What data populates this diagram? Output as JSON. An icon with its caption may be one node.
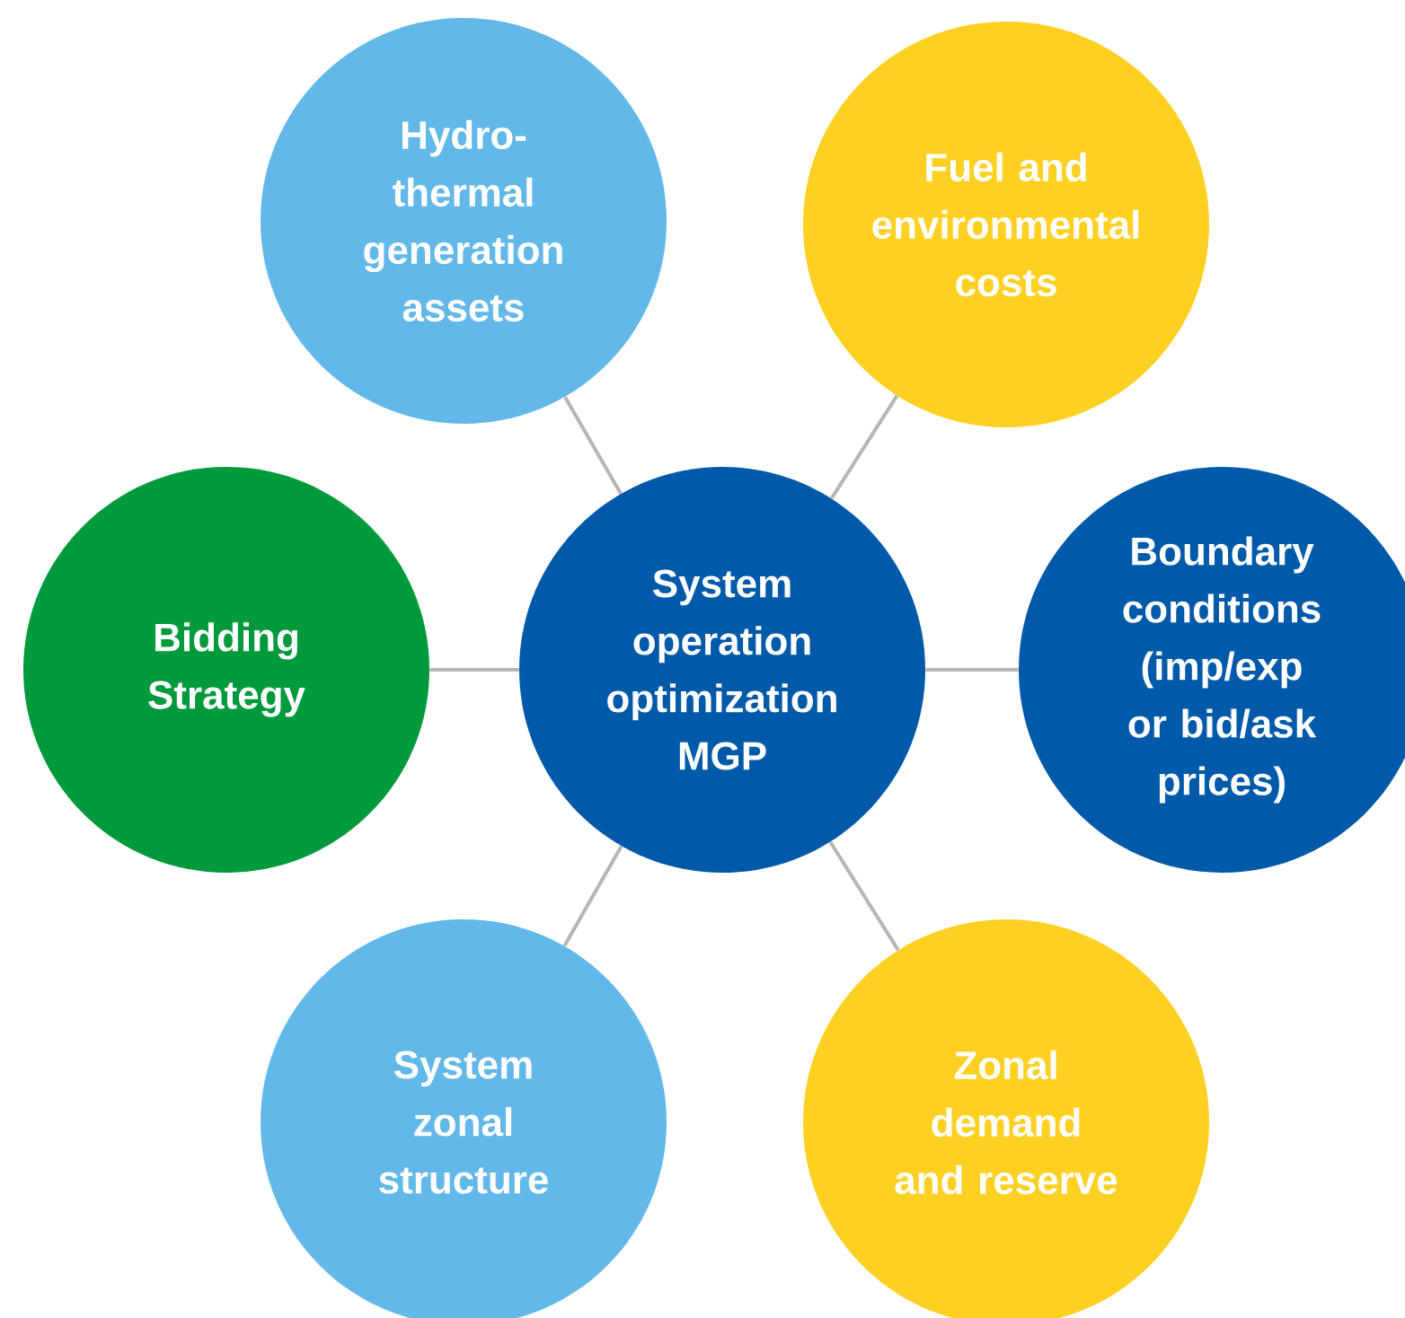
{
  "diagram": {
    "nodes": [
      {
        "text": [
          "Hydro- thermal generation assets"
        ]
      },
      {
        "text": [
          "Fuel and environmental costs"
        ]
      },
      {
        "text": [
          "Bidding Strategy"
        ]
      },
      {
        "text": [
          "System operation optimization MGP"
        ]
      },
      {
        "text": [
          "Boundary conditions (imp/exp or bid/ask prices)"
        ]
      },
      {
        "text": [
          "System zonal structure"
        ]
      },
      {
        "text": [
          "Zonal demand and reserve"
        ]
      }
    ],
    "edges": [
      {
        "from": 3,
        "to": 0,
        "arrow": "none"
      },
      {
        "from": 3,
        "to": 1,
        "arrow": "none"
      },
      {
        "from": 3,
        "to": 2,
        "arrow": "none"
      },
      {
        "from": 3,
        "to": 4,
        "arrow": "none"
      },
      {
        "from": 3,
        "to": 5,
        "arrow": "none"
      },
      {
        "from": 3,
        "to": 6,
        "arrow": "none"
      }
    ]
  }
}
